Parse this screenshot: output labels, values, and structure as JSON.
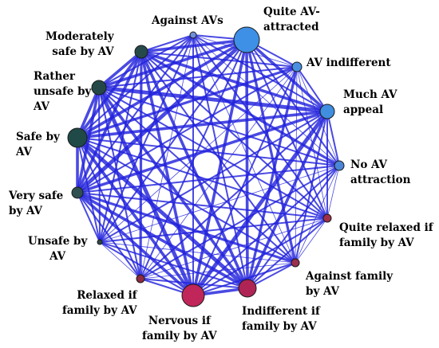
{
  "network": {
    "nodes": [
      {
        "id": "against_avs",
        "label_lines": [
          "Against AVs"
        ],
        "color": "#6f8fd8"
      },
      {
        "id": "quite_av_attracted",
        "label_lines": [
          "Quite AV-",
          "attracted"
        ],
        "color": "#3e8fe6"
      },
      {
        "id": "av_indifferent",
        "label_lines": [
          "AV indifferent"
        ],
        "color": "#4a90e2"
      },
      {
        "id": "much_av_appeal",
        "label_lines": [
          "Much AV",
          "appeal"
        ],
        "color": "#3f8ee0"
      },
      {
        "id": "no_av_attraction",
        "label_lines": [
          "No AV",
          "attraction"
        ],
        "color": "#4a86d8"
      },
      {
        "id": "quite_relaxed_if_family",
        "label_lines": [
          "Quite relaxed if",
          "family by AV"
        ],
        "color": "#a0304a"
      },
      {
        "id": "against_family",
        "label_lines": [
          "Against family",
          "by AV"
        ],
        "color": "#9a2f4e"
      },
      {
        "id": "indifferent_if_family",
        "label_lines": [
          "Indifferent if",
          "family by AV"
        ],
        "color": "#b02455"
      },
      {
        "id": "nervous_if_family",
        "label_lines": [
          "Nervous if",
          "family by AV"
        ],
        "color": "#c0265a"
      },
      {
        "id": "relaxed_if_family",
        "label_lines": [
          "Relaxed if",
          "family by AV"
        ],
        "color": "#8e2a40"
      },
      {
        "id": "unsafe_by_av",
        "label_lines": [
          "Unsafe by",
          "AV"
        ],
        "color": "#2f4a4a"
      },
      {
        "id": "very_safe_by_av",
        "label_lines": [
          "Very safe",
          "by AV"
        ],
        "color": "#2e5050"
      },
      {
        "id": "safe_by_av",
        "label_lines": [
          "Safe by",
          "AV"
        ],
        "color": "#1f4a48"
      },
      {
        "id": "rather_unsafe_by_av",
        "label_lines": [
          "Rather",
          "unsafe by",
          "AV"
        ],
        "color": "#244848"
      },
      {
        "id": "moderately_safe_by_av",
        "label_lines": [
          "Moderately",
          "safe by AV"
        ],
        "color": "#264a4a"
      }
    ],
    "edge_color": "#2222dd"
  }
}
